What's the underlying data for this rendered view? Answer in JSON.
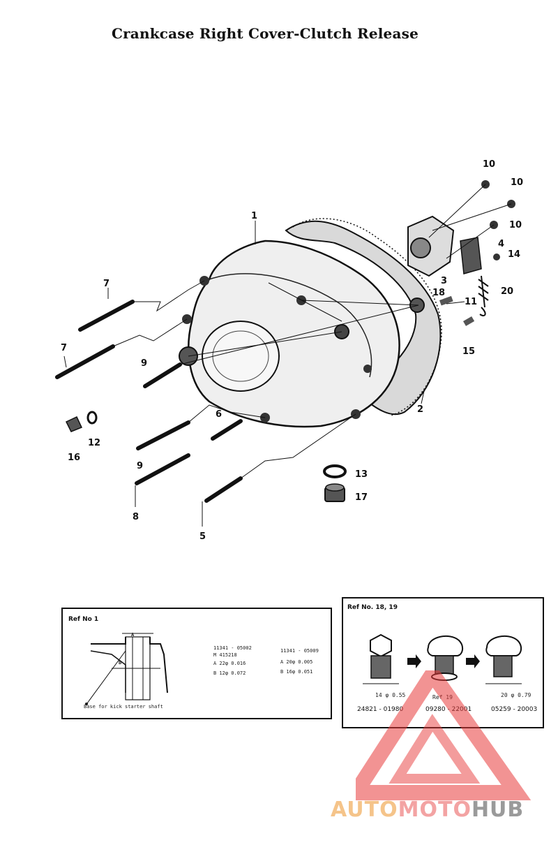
{
  "page": {
    "title": "Crankcase Right Cover-Clutch Release"
  },
  "callouts": {
    "c1": "1",
    "c2": "2",
    "c3": "3",
    "c4": "4",
    "c5": "5",
    "c6": "6",
    "c7a": "7",
    "c7b": "7",
    "c8": "8",
    "c9a": "9",
    "c9b": "9",
    "c10a": "10",
    "c10b": "10",
    "c10c": "10",
    "c11": "11",
    "c12": "12",
    "c13": "13",
    "c14": "14",
    "c15": "15",
    "c16": "16",
    "c17": "17",
    "c18": "18",
    "c20": "20"
  },
  "ref1": {
    "title": "Ref No 1",
    "dim_a": "A",
    "dim_b": "B",
    "caption": "Base for kick starter shaft",
    "col1": {
      "pn": "11341 - 05002",
      "model": "M 415218",
      "a": "A   22φ 0.016",
      "b": "B   12φ 0.072"
    },
    "col2": {
      "pn": "11341 - 05009",
      "a": "A   20φ 0.005",
      "b": "B   16φ 0.051"
    }
  },
  "ref18": {
    "title": "Ref No. 18, 19",
    "dim_left": "14 φ 0.55",
    "dim_right": "20 φ 0.79",
    "ref_label": "Ref 19",
    "parts": [
      "24821 - 01980",
      "09280 - 22001",
      "05259 - 20003"
    ]
  },
  "watermark": {
    "part1": "AUTO",
    "part2": "MOTO",
    "part3": "HUB",
    "colors": {
      "auto": "#f5c48a",
      "moto": "#f3a3a3",
      "hub": "#9a9a9a",
      "triangle": "#e83a3a"
    }
  }
}
